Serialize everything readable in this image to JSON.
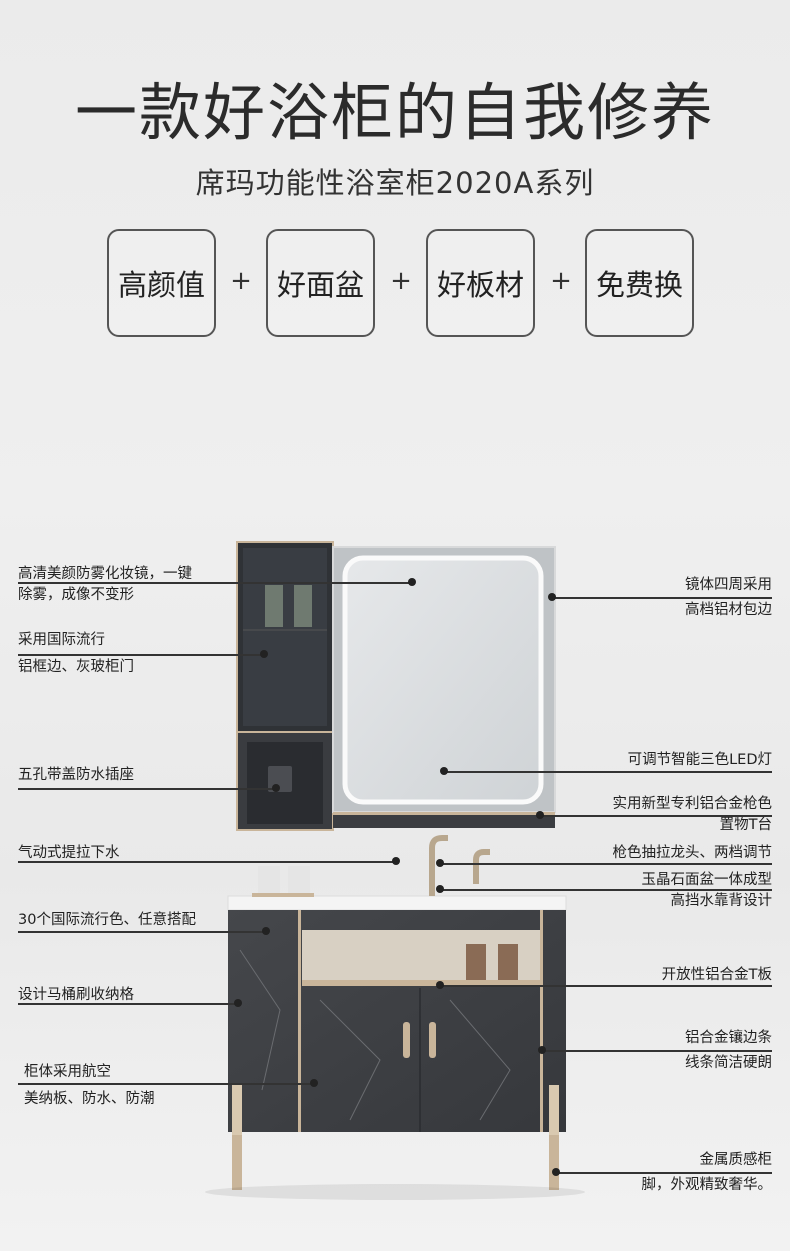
{
  "title": "一款好浴柜的自我修养",
  "subtitle": "席玛功能性浴室柜2020A系列",
  "features": [
    "高颜值",
    "好面盆",
    "好板材",
    "免费换"
  ],
  "plus_sign": "+",
  "left_labels": {
    "mirror_cabinet": [
      "高清美颜防雾化妆镜，一键",
      "除雾，成像不变形"
    ],
    "aluminum_door": [
      "采用国际流行",
      "铝框边、灰玻柜门"
    ],
    "socket": [
      "五孔带盖防水插座"
    ],
    "drain": [
      "气动式提拉下水"
    ],
    "colors": [
      "30个国际流行色、任意搭配"
    ],
    "storage": [
      "设计马桶刷收纳格"
    ],
    "board": [
      "柜体采用航空",
      "美纳板、防水、防潮"
    ]
  },
  "right_labels": {
    "mirror_edge": [
      "镜体四周采用",
      "高档铝材包边"
    ],
    "led": [
      "可调节智能三色LED灯"
    ],
    "shelf": [
      "实用新型专利铝合金枪色",
      "置物T台"
    ],
    "faucet": [
      "枪色抽拉龙头、两档调节"
    ],
    "basin": [
      "玉晶石面盆一体成型",
      "高挡水靠背设计"
    ],
    "t_board": [
      "开放性铝合金T板"
    ],
    "trim": [
      "铝合金镶边条",
      "线条简洁硬朗"
    ],
    "legs": [
      "金属质感柜",
      "脚，外观精致奢华。"
    ]
  },
  "colors": {
    "text": "#222222",
    "cabinet_dark": "#3a3c40",
    "gold": "#c9b59a",
    "mirror": "#d9dcdf"
  }
}
